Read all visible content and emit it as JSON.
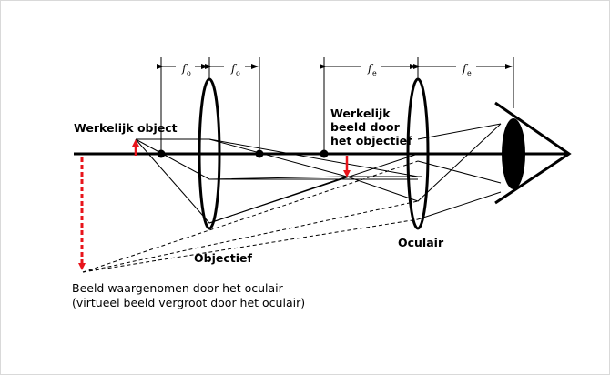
{
  "labels": {
    "real_object": "Werkelijk object",
    "real_image_line1": "Werkelijk",
    "real_image_line2": "beeld door",
    "real_image_line3": "het objectief",
    "objective": "Objectief",
    "eyepiece": "Oculair",
    "perceived_line1": "Beeld waargenomen door het oculair",
    "perceived_line2": "(virtueel beeld vergroot door het oculair)"
  },
  "focal": {
    "symbol": "f",
    "objective_sub": "o",
    "eyepiece_sub": "e"
  },
  "colors": {
    "lines": "#000000",
    "arrows": "#e8141b"
  }
}
